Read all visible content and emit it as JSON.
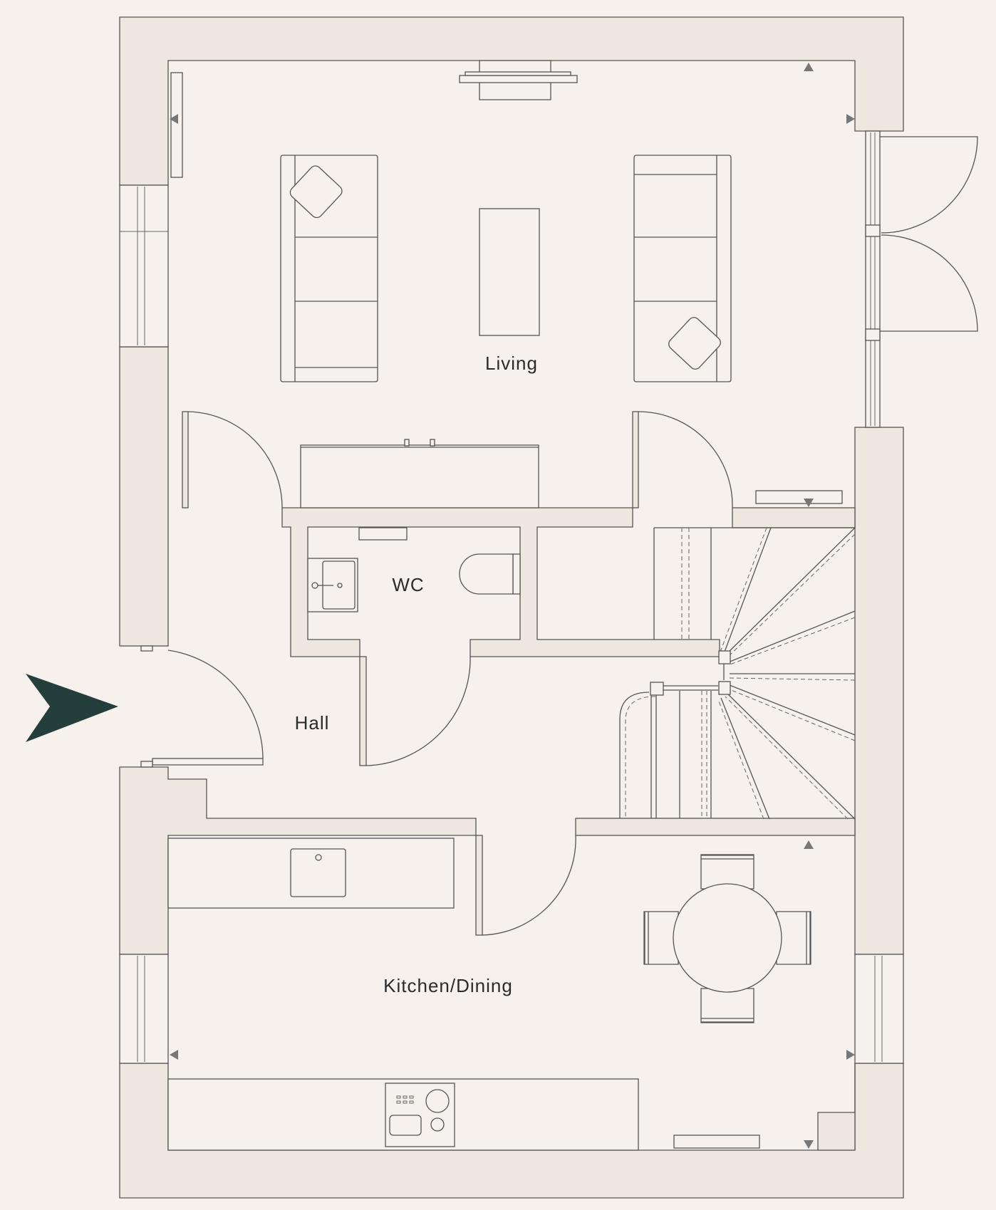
{
  "rooms": {
    "living": "Living",
    "wc": "WC",
    "hall": "Hall",
    "kitchen_dining": "Kitchen/Dining"
  },
  "entrance_arrow": {
    "color": "#243f3b"
  },
  "colors": {
    "background": "#f6f1ec",
    "wall_fill": "#ede7e0",
    "line": "#555555"
  }
}
